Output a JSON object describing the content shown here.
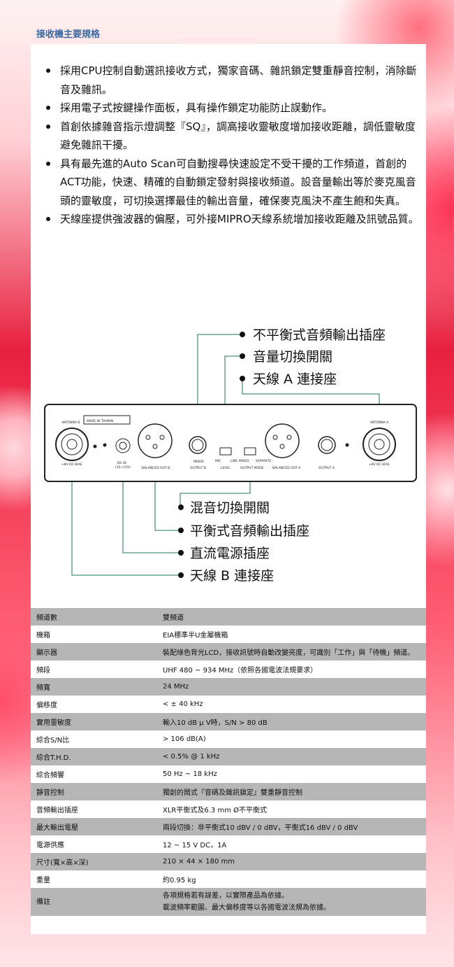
{
  "title": "接收機主要規格",
  "features": [
    "採用CPU控制自動選訊接收方式，獨家音碼、雜訊鎖定雙重靜音控制，消除斷音及雜訊。",
    "採用電子式按鍵操作面板，具有操作鎖定功能防止誤動作。",
    "首創依據雜音指示燈調整『SQ』，調高接收靈敏度增加接收距離，調低靈敏度避免雜訊干擾。",
    "具有最先進的Auto Scan可自動搜尋快速設定不受干擾的工作頻道，首創的ACT功能，快速、精確的自動鎖定發射與接收頻道。設音量輸出等於麥克風音頭的靈敏度，可切換選擇最佳的輸出音量，確保麥克風決不產生飽和失真。",
    "天線座提供強波器的偏壓，可外接MIPRO天線系統增加接收距離及訊號品質。"
  ],
  "diagram": {
    "callouts_top": [
      "不平衡式音頻輸出插座",
      "音量切換開關",
      "天線 A 連接座"
    ],
    "callouts_bottom": [
      "混音切換開關",
      "平衡式音頻輸出插座",
      "直流電源插座",
      "天線 B 連接座"
    ],
    "panel_labels": {
      "antenna_b": "ANTENNA B",
      "antenna_a": "ANTENNA A",
      "made_in": "MADE IN TAIWAN",
      "bias_b": "+8V DC BIAS",
      "bias_a": "+8V DC BIAS",
      "dc_in": "DC IN",
      "dc_range": "(12~15V)",
      "bal_out_b": "BALANCED OUT B",
      "output_b": "OUTPUT B",
      "mixed_b": "MIXED",
      "level": "LEVEL",
      "mic": "MIC",
      "line": "LINE",
      "output_mode": "OUTPUT MODE",
      "mixed": "MIXED",
      "separate": "SEPARATE",
      "bal_out_a": "BALANCED OUT A",
      "output_a": "OUTPUT A"
    }
  },
  "specs": [
    {
      "k": "頻道數",
      "v": [
        "雙頻道"
      ]
    },
    {
      "k": "機箱",
      "v": [
        "EIA標準半U金屬機箱"
      ]
    },
    {
      "k": "顯示器",
      "v": [
        "裝配綠色背光LCD，接收訊號時自動改變亮度，可識別「工作」與「待機」頻道。"
      ]
    },
    {
      "k": "頻段",
      "v": [
        "UHF 480 ~ 934 MHz（依照各國電波法規要求）"
      ]
    },
    {
      "k": "頻寬",
      "v": [
        "24 MHz"
      ]
    },
    {
      "k": "偏移度",
      "v": [
        "< ± 40 kHz"
      ]
    },
    {
      "k": "實用靈敏度",
      "v": [
        "輸入10 dB μ V時，S/N > 80 dB"
      ]
    },
    {
      "k": "綜合S/N比",
      "v": [
        "> 106 dB(A)"
      ]
    },
    {
      "k": "綜合T.H.D.",
      "v": [
        "< 0.5% @ 1 kHz"
      ]
    },
    {
      "k": "綜合頻響",
      "v": [
        "50 Hz ~ 18 kHz"
      ]
    },
    {
      "k": "靜音控制",
      "v": [
        "獨創的鬧式『音碼及雜訊鎖定』雙重靜音控制"
      ]
    },
    {
      "k": "音頻輸出插座",
      "v": [
        "XLR平衡式及6.3 mm Ø不平衡式"
      ]
    },
    {
      "k": "最大輸出電壓",
      "v": [
        "兩段切換：非平衡式10 dBV / 0 dBV，平衡式16 dBV / 0 dBV"
      ]
    },
    {
      "k": "電源供應",
      "v": [
        "12 ~ 15 V DC，1A"
      ]
    },
    {
      "k": "尺寸(寬×高×深)",
      "v": [
        "210 × 44 × 180 mm"
      ]
    },
    {
      "k": "重量",
      "v": [
        "約0.95 kg"
      ]
    },
    {
      "k": "備註",
      "v": [
        "各項規格若有誤差，以實際產品為依據。",
        "載波頻率範圍、最大偏移度等以各國電波法規為依據。"
      ]
    }
  ]
}
